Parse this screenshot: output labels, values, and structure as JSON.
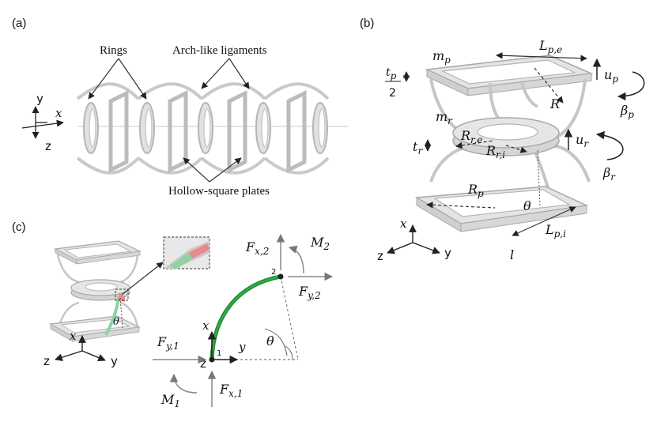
{
  "panels": {
    "a": {
      "label": "(a)",
      "annotations": {
        "rings": "Rings",
        "ligaments": "Arch-like ligaments",
        "plates": "Hollow-square plates"
      },
      "axes": {
        "x": "x",
        "y": "y",
        "z": "z"
      }
    },
    "b": {
      "label": "(b)",
      "symbols": {
        "mp": "m",
        "mp_sub": "p",
        "Lpe": "L",
        "Lpe_sub": "p,e",
        "up": "u",
        "up_sub": "p",
        "beta_p": "β",
        "beta_p_sub": "p",
        "tp_num": "t",
        "tp_num_sub": "p",
        "tp_den": "2",
        "R": "R",
        "mr": "m",
        "mr_sub": "r",
        "ur": "u",
        "ur_sub": "r",
        "beta_r": "β",
        "beta_r_sub": "r",
        "tr": "t",
        "tr_sub": "r",
        "Rre": "R",
        "Rre_sub": "r,e",
        "Rri": "R",
        "Rri_sub": "r,i",
        "Rp": "R",
        "Rp_sub": "p",
        "theta": "θ",
        "Lpi": "L",
        "Lpi_sub": "p,i",
        "l": "l"
      },
      "axes": {
        "x": "x",
        "y": "y",
        "z": "z"
      }
    },
    "c": {
      "label": "(c)",
      "axes": {
        "x": "x",
        "y": "y",
        "z": "z"
      },
      "beam_axes": {
        "x": "x",
        "y": "y",
        "z": "z"
      },
      "nodes": {
        "n1": "1",
        "n2": "2"
      },
      "forces": {
        "Fx2": "F",
        "Fx2_sub": "x,2",
        "M2": "M",
        "M2_sub": "2",
        "Fy2": "F",
        "Fy2_sub": "y,2",
        "Fy1": "F",
        "Fy1_sub": "y,1",
        "M1": "M",
        "M1_sub": "1",
        "Fx1": "F",
        "Fx1_sub": "x,1"
      },
      "theta": "θ",
      "small_theta": "θ"
    }
  },
  "colors": {
    "structure": "#d9d9d9",
    "structure_edge": "#b3b3b3",
    "beam": "#1f8a2e",
    "beam_light": "#8fd3a0",
    "highlight": "#e88a8a"
  }
}
